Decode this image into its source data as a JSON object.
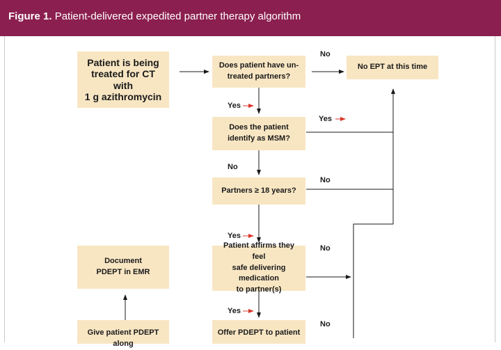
{
  "figure": {
    "label": "Figure 1.",
    "title": "Patient-delivered expedited partner therapy algorithm"
  },
  "colors": {
    "banner": "#8b1f4f",
    "box_fill": "#f8e6c3",
    "accent_arrow": "#d9382b"
  },
  "nodes": {
    "start": "Patient is being\ntreated for CT with\n1 g azithromycin",
    "q_untreated": "Does patient have un-\ntreated partners?",
    "no_ept": "No EPT at this time",
    "q_msm": "Does the patient\nidentify as MSM?",
    "q_age": "Partners ≥ 18 years?",
    "q_safe": "Patient affirms they feel\nsafe delivering medication\nto partner(s)",
    "document": "Document\nPDEPT in EMR",
    "offer": "Offer PDEPT to patient",
    "give": "Give patient PDEPT along"
  },
  "edge_labels": {
    "yes": "Yes",
    "no": "No"
  }
}
